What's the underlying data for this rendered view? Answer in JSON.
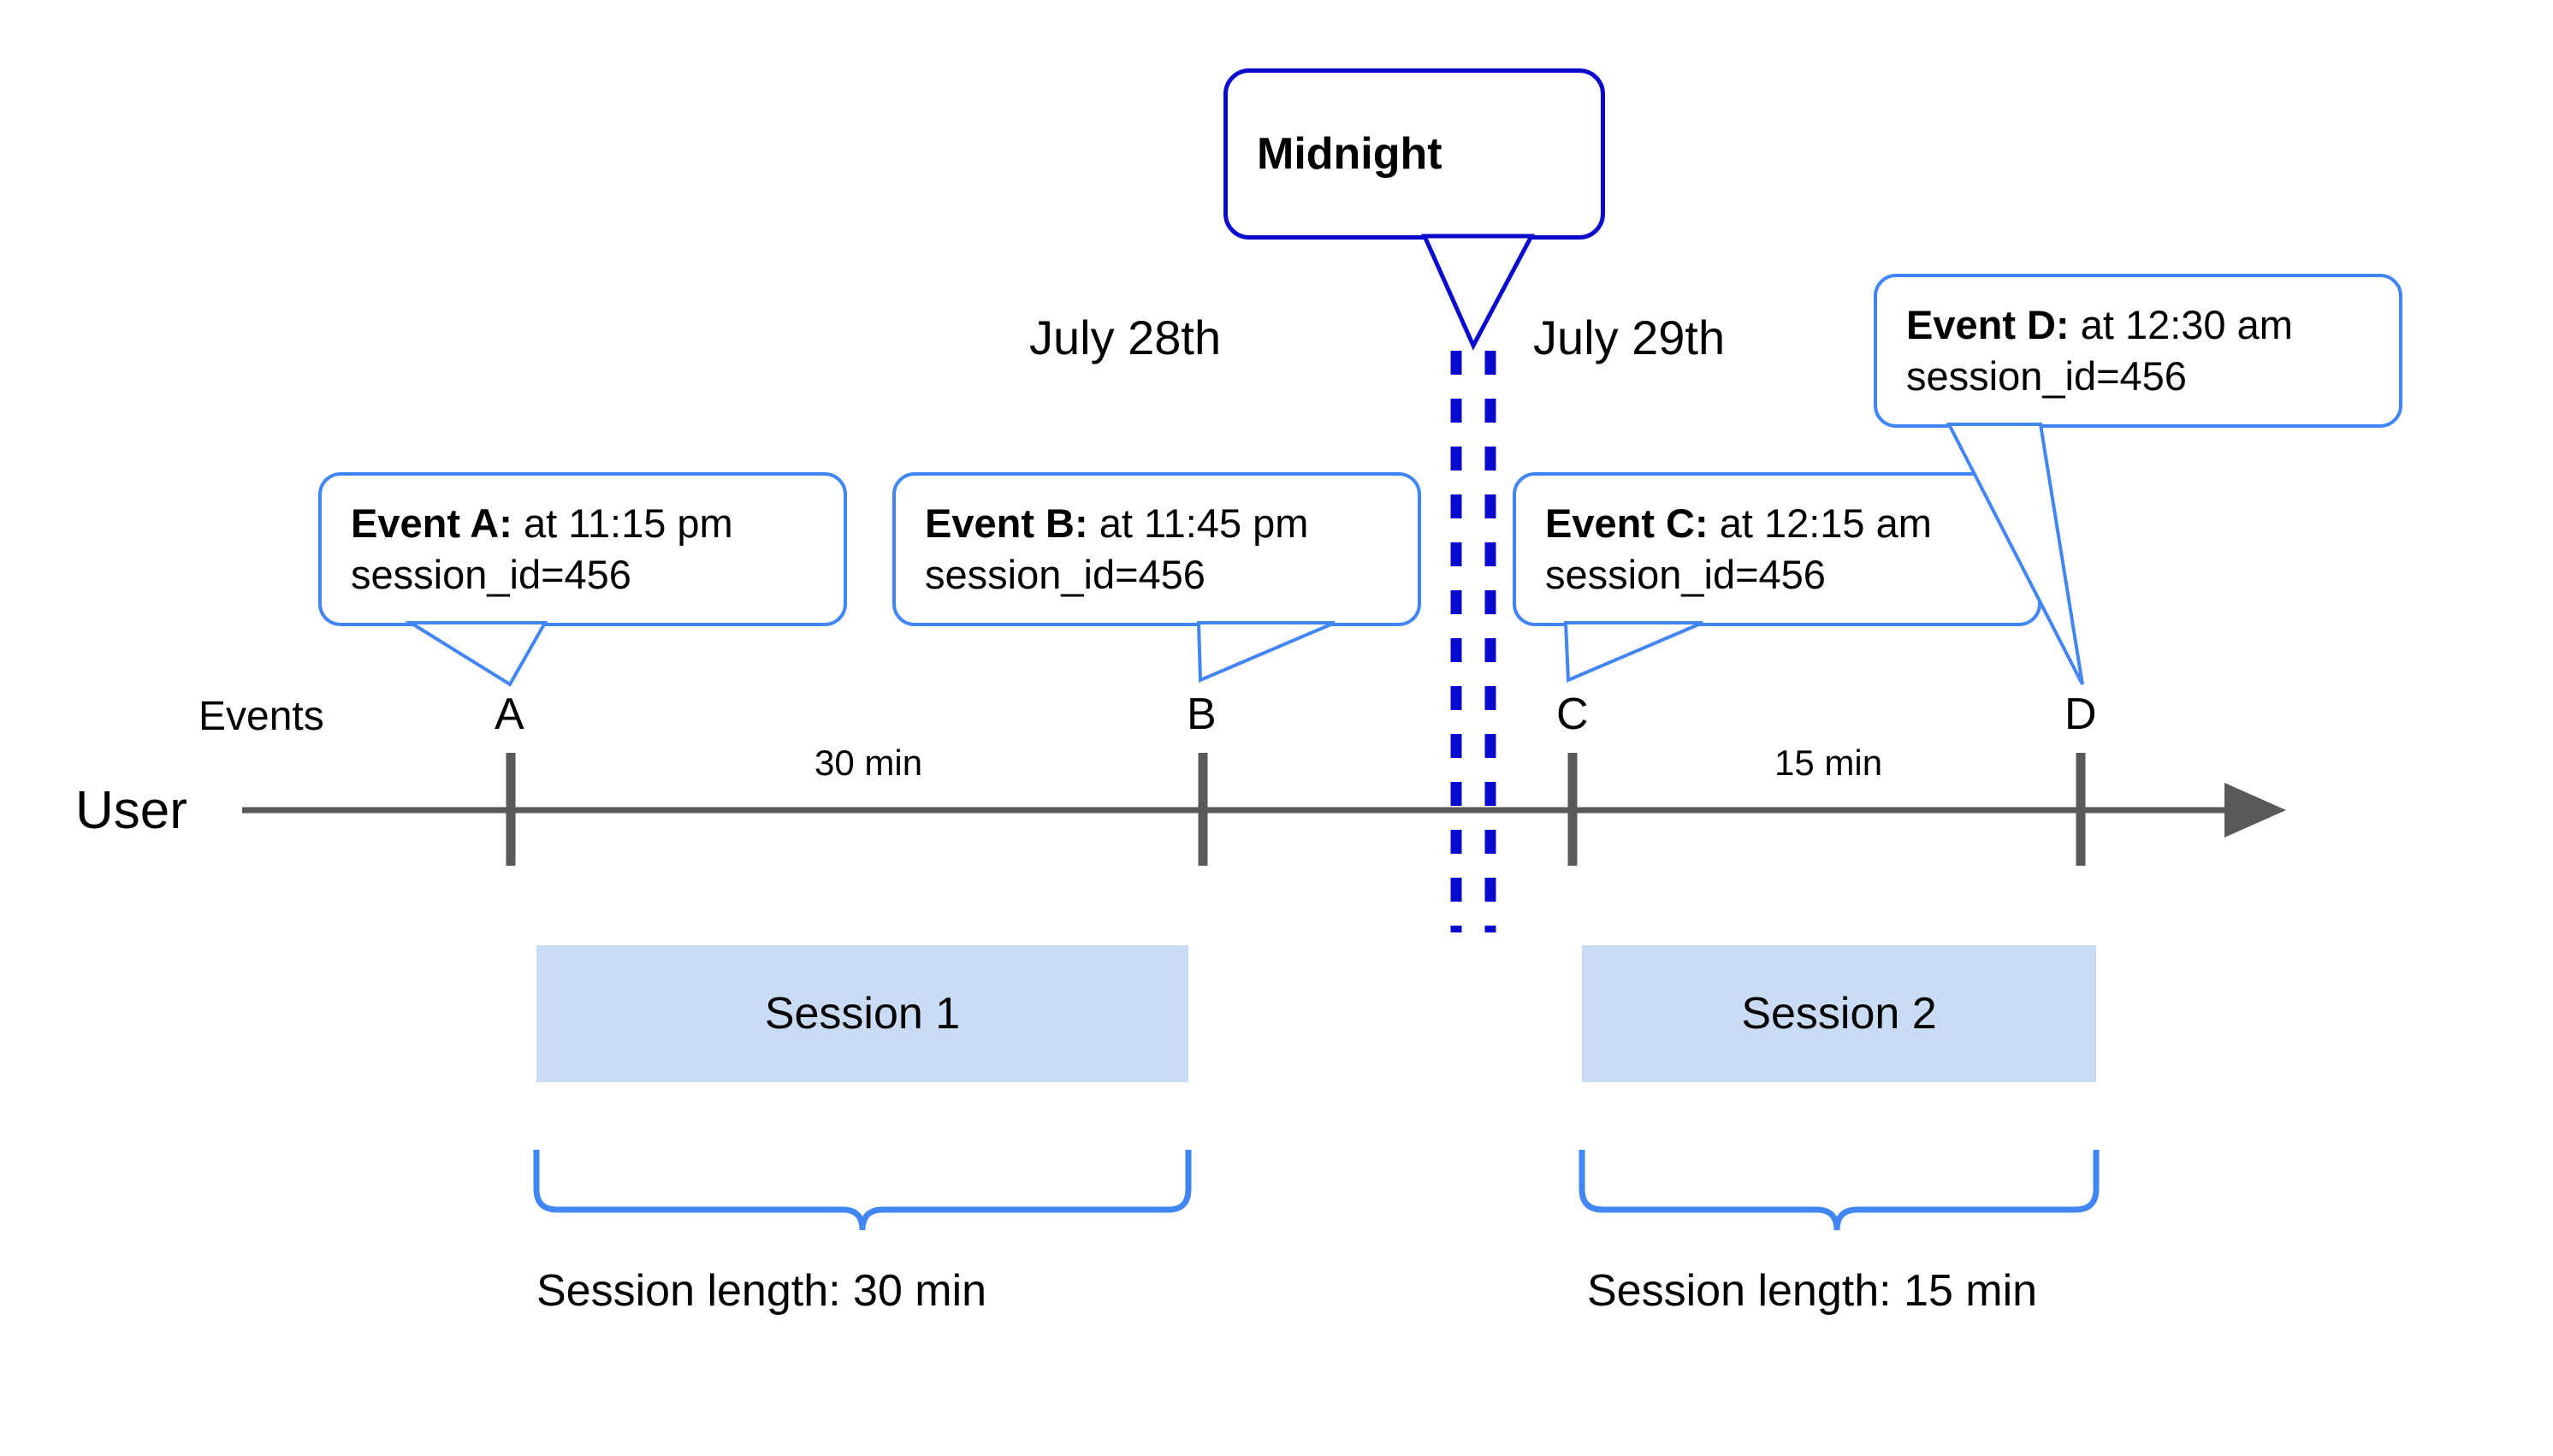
{
  "diagram": {
    "title_callout": {
      "label": "Midnight",
      "border_color": "#0A0ACF"
    },
    "accent_color": "#4285F4",
    "axis_color": "#595959",
    "session_fill": "#C9DBF5",
    "midnight_line_color": "#0A0ACF"
  },
  "axis": {
    "row_label": "User",
    "events_label": "Events",
    "markers": [
      {
        "id": "A",
        "label": "A"
      },
      {
        "id": "B",
        "label": "B"
      },
      {
        "id": "C",
        "label": "C"
      },
      {
        "id": "D",
        "label": "D"
      }
    ],
    "intervals": [
      {
        "label": "30 min"
      },
      {
        "label": "15 min"
      }
    ]
  },
  "dates": [
    {
      "label": "July 28th"
    },
    {
      "label": "July 29th"
    }
  ],
  "events": [
    {
      "id": "A",
      "name": "Event A:",
      "time": " at 11:15 pm",
      "attribute": "session_id=456"
    },
    {
      "id": "B",
      "name": "Event B:",
      "time": " at 11:45 pm",
      "attribute": "session_id=456"
    },
    {
      "id": "C",
      "name": "Event C:",
      "time": " at 12:15 am",
      "attribute": "session_id=456"
    },
    {
      "id": "D",
      "name": "Event D:",
      "time": " at 12:30 am",
      "attribute": "session_id=456"
    }
  ],
  "sessions": [
    {
      "id": "session-1",
      "label": "Session 1",
      "length_label": "Session length: 30 min"
    },
    {
      "id": "session-2",
      "label": "Session 2",
      "length_label": "Session length: 15 min"
    }
  ]
}
